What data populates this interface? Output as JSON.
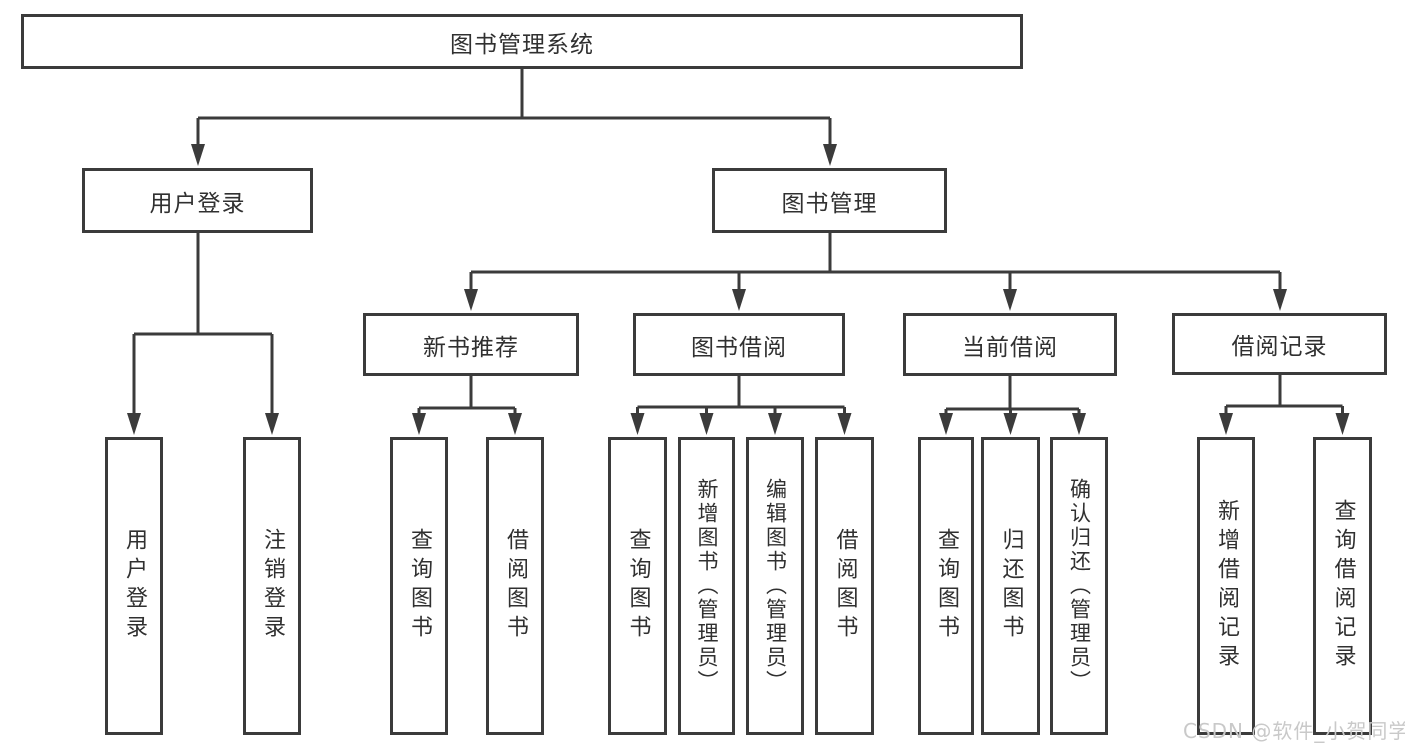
{
  "diagram": {
    "type": "hierarchy-tree",
    "nodes": {
      "root": "图书管理系统",
      "user_login": "用户登录",
      "book_management": "图书管理",
      "new_book_recommend": "新书推荐",
      "book_borrowing": "图书借阅",
      "current_borrowing": "当前借阅",
      "borrowing_records": "借阅记录",
      "leaf_user_login": "用户登录",
      "leaf_logout": "注销登录",
      "leaf_query_books_recommend": "查询图书",
      "leaf_borrow_books_recommend": "借阅图书",
      "leaf_query_books_borrowing": "查询图书",
      "leaf_add_books_admin": "新增图书（管理员）",
      "leaf_edit_books_admin": "编辑图书（管理员）",
      "leaf_borrow_books_borrowing": "借阅图书",
      "leaf_query_books_current": "查询图书",
      "leaf_return_books": "归还图书",
      "leaf_confirm_return_admin": "确认归还（管理员）",
      "leaf_add_borrow_record": "新增借阅记录",
      "leaf_query_borrow_record": "查询借阅记录"
    },
    "edges": [
      [
        "图书管理系统",
        "用户登录"
      ],
      [
        "图书管理系统",
        "图书管理"
      ],
      [
        "用户登录",
        "用户登录"
      ],
      [
        "用户登录",
        "注销登录"
      ],
      [
        "图书管理",
        "新书推荐"
      ],
      [
        "图书管理",
        "图书借阅"
      ],
      [
        "图书管理",
        "当前借阅"
      ],
      [
        "图书管理",
        "借阅记录"
      ],
      [
        "新书推荐",
        "查询图书"
      ],
      [
        "新书推荐",
        "借阅图书"
      ],
      [
        "图书借阅",
        "查询图书"
      ],
      [
        "图书借阅",
        "新增图书（管理员）"
      ],
      [
        "图书借阅",
        "编辑图书（管理员）"
      ],
      [
        "图书借阅",
        "借阅图书"
      ],
      [
        "当前借阅",
        "查询图书"
      ],
      [
        "当前借阅",
        "归还图书"
      ],
      [
        "当前借阅",
        "确认归还（管理员）"
      ],
      [
        "借阅记录",
        "新增借阅记录"
      ],
      [
        "借阅记录",
        "查询借阅记录"
      ]
    ]
  },
  "watermark": {
    "text": "CSDN @软件_小贺同学",
    "color": "#c9c9c9"
  },
  "colors": {
    "line": "#3b3b3b",
    "box_border": "#3b3b3b",
    "box_fill": "#ffffff",
    "text": "#303030",
    "background": "#ffffff"
  }
}
